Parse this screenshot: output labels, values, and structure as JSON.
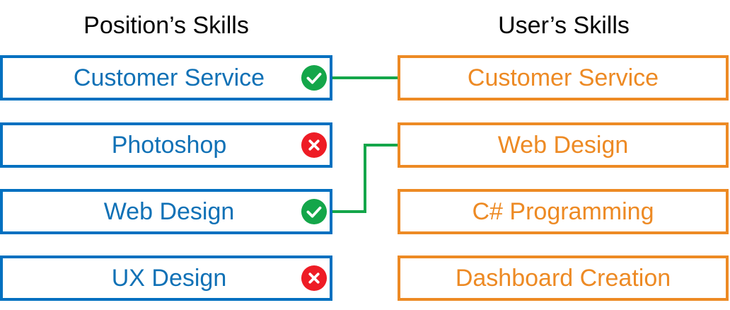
{
  "headings": {
    "left": "Position’s Skills",
    "right": "User’s Skills"
  },
  "colors": {
    "position_border": "#0070c0",
    "position_text": "#1071b6",
    "user_border": "#ed8a24",
    "user_text": "#ed8a24",
    "match_icon": "#14a64a",
    "mismatch_icon": "#ee1c25",
    "connector": "#14a64a"
  },
  "position_skills": [
    {
      "label": "Customer Service",
      "status": "match",
      "icon": "check-circle-icon"
    },
    {
      "label": "Photoshop",
      "status": "mismatch",
      "icon": "x-circle-icon"
    },
    {
      "label": "Web Design",
      "status": "match",
      "icon": "check-circle-icon"
    },
    {
      "label": "UX Design",
      "status": "mismatch",
      "icon": "x-circle-icon"
    }
  ],
  "user_skills": [
    {
      "label": "Customer Service"
    },
    {
      "label": "Web Design"
    },
    {
      "label": "C# Programming"
    },
    {
      "label": "Dashboard Creation"
    }
  ],
  "connections": [
    {
      "from": 0,
      "to": 0
    },
    {
      "from": 2,
      "to": 1
    }
  ]
}
